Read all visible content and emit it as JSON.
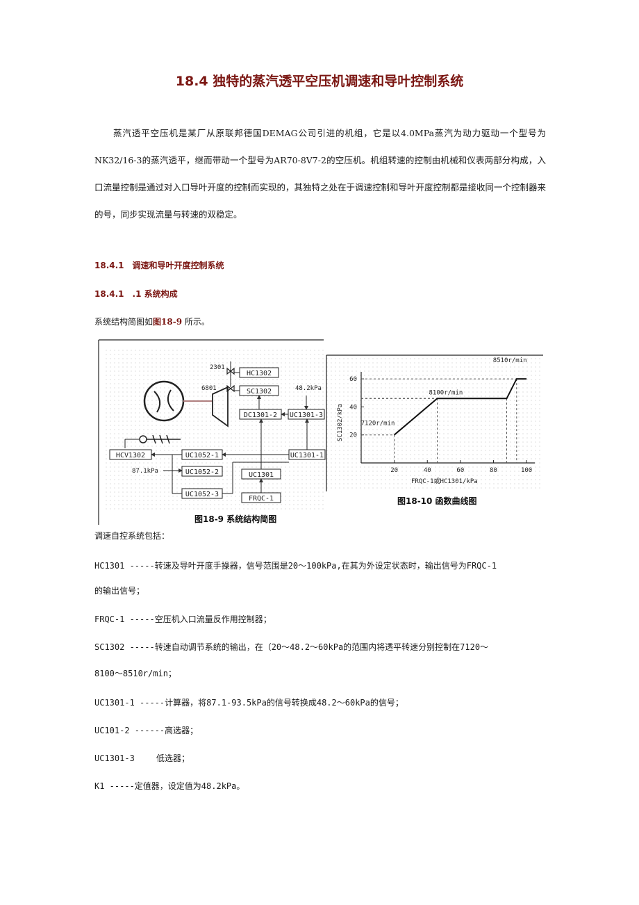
{
  "title": "18.4 独特的蒸汽透平空压机调速和导叶控制系统",
  "intro": "蒸汽透平空压机是某厂从原联邦德国DEMAG公司引进的机组，它是以4.0MPa蒸汽为动力驱动一个型号为NK32/16-3的蒸汽透平，继而带动一个型号为AR70-8V7-2的空压机。机组转速的控制由机械和仪表两部分构成，入口流量控制是通过对入口导叶开度的控制而实现的，其独特之处在于调速控制和导叶开度控制都是接收同一个控制器来的号，同步实现流量与转速的双稳定。",
  "section_1": "18.4.1　调速和导叶开度控制系统",
  "section_2": "18.4.1　.1 系统构成",
  "fig_ref_prefix": "系统结构简图如",
  "fig_ref_bold": "图18-9",
  "fig_ref_suffix": " 所示。",
  "diagram": {
    "caption": "图18-9  系统结构简图",
    "hv_top": "2301",
    "hv_mid": "6801",
    "k1_value": "48.2kPa",
    "left_value": "87.1kPa",
    "boxes": {
      "hc1302": "HC1302",
      "sc1302": "SC1302",
      "dc1301_2": "DC1301-2",
      "uc1301_3": "UC1301-3",
      "hcv1302": "HCV1302",
      "uc1052_1": "UC1052-1",
      "uc1301_1": "UC1301-1",
      "uc1052_2": "UC1052-2",
      "uc1301": "UC1301",
      "uc1052_3": "UC1052-3",
      "frqc_1": "FRQC-1"
    }
  },
  "chart_data": {
    "type": "line",
    "title": "图18-10  函数曲线图",
    "xlabel": "FRQC-1或HC1301/kPa",
    "ylabel": "SC1302/kPa",
    "xlim": [
      0,
      105
    ],
    "ylim": [
      0,
      65
    ],
    "x_ticks": [
      "20",
      "40",
      "60",
      "80",
      "100"
    ],
    "y_ticks": [
      "20",
      "40",
      "60"
    ],
    "x": [
      20,
      46,
      88,
      94,
      100
    ],
    "y": [
      20,
      46,
      46,
      60,
      60
    ],
    "annotations": [
      {
        "text": "7120r/min",
        "x": 20,
        "y": 20
      },
      {
        "text": "8100r/min",
        "x": 46,
        "y": 46
      },
      {
        "text": "8510r/min",
        "x": 94,
        "y": 60
      }
    ],
    "grid": false
  },
  "items_intro": "调速自控系统包括：",
  "items": [
    "HC1301 -----转速及导叶开度手操器，信号范围是20～100kPa,在其为外设定状态时，输出信号为FRQC-1",
    "的输出信号；",
    "FRQC-1 -----空压机入口流量反作用控制器；",
    "SC1302 -----转速自动调节系统的输出，在（20～48.2～60kPa的范围内将透平转速分别控制在7120～",
    "8100～8510r/min；",
    "UC1301-1 -----计算器，将87.1-93.5kPa的信号转换成48.2～60kPa的信号；",
    "UC101-2 ------高选器；",
    "UC1301-3　　 低选器；",
    "K1 -----定值器，设定值为48.2kPa。"
  ]
}
